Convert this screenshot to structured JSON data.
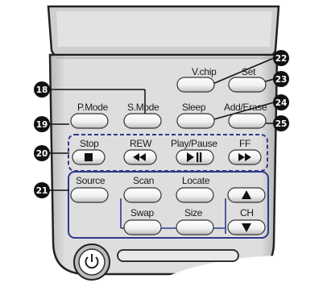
{
  "remote": {
    "row1": [
      {
        "key": "vchip",
        "label": "V.chip"
      },
      {
        "key": "set",
        "label": "Set"
      }
    ],
    "row2": [
      {
        "key": "pmode",
        "label": "P.Mode"
      },
      {
        "key": "smode",
        "label": "S.Mode"
      },
      {
        "key": "sleep",
        "label": "Sleep"
      },
      {
        "key": "adderase",
        "label": "Add/Erase"
      }
    ],
    "transport": [
      {
        "key": "stop",
        "label": "Stop",
        "icon": "stop-icon"
      },
      {
        "key": "rew",
        "label": "REW",
        "icon": "rewind-icon"
      },
      {
        "key": "playpause",
        "label": "Play/Pause",
        "icon": "play-pause-icon"
      },
      {
        "key": "ff",
        "label": "FF",
        "icon": "fast-forward-icon"
      }
    ],
    "input_row": [
      {
        "key": "source",
        "label": "Source"
      },
      {
        "key": "scan",
        "label": "Scan"
      },
      {
        "key": "locate",
        "label": "Locate"
      }
    ],
    "input_row2": [
      {
        "key": "swap",
        "label": "Swap"
      },
      {
        "key": "size",
        "label": "Size"
      }
    ],
    "channel": {
      "label": "CH",
      "up_icon": "triangle-up-icon",
      "down_icon": "triangle-down-icon"
    },
    "power_icon": "power-icon"
  },
  "callouts": {
    "c18": "18",
    "c19": "19",
    "c20": "20",
    "c21": "21",
    "c22": "22",
    "c23": "23",
    "c24": "24",
    "c25": "25"
  },
  "colors": {
    "body": "#d9d9d9",
    "button": "#ffffff",
    "group_border": "#2e3a8c",
    "callout": "#111111"
  }
}
